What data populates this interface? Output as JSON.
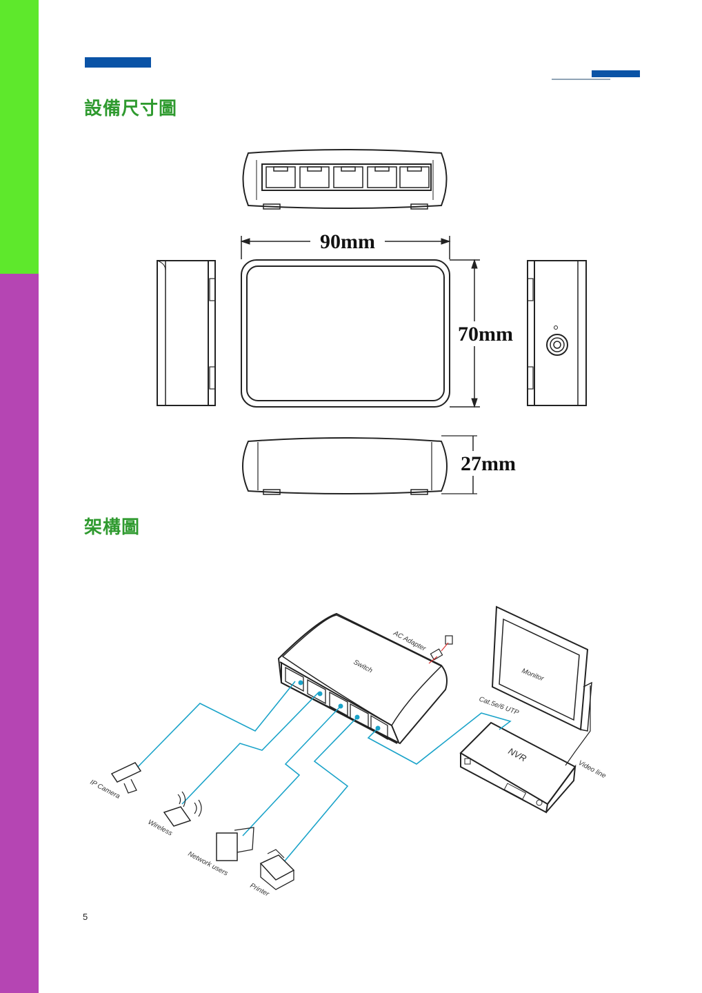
{
  "section_dimensions": {
    "title": "設備尺寸圖"
  },
  "section_architecture": {
    "title": "架構圖"
  },
  "dimensions": {
    "width": "90mm",
    "depth": "70mm",
    "height": "27mm"
  },
  "topology_labels": {
    "switch": "Switch",
    "ac_adapter": "AC Adapter",
    "monitor": "Monitor",
    "cable": "Cat.5e/6 UTP",
    "nvr": "NVR",
    "video_line": "Video line",
    "ip_camera": "IP Camera",
    "wireless": "Wireless",
    "network_users": "Network users",
    "printer": "Printer"
  },
  "colors": {
    "accent_blue": "#0a53a6",
    "heading_green": "#2f9a2f",
    "band_green": "#5ee82c",
    "band_purple": "#b545b3",
    "cable": "#1aa3c9"
  },
  "page": {
    "number": "5"
  }
}
